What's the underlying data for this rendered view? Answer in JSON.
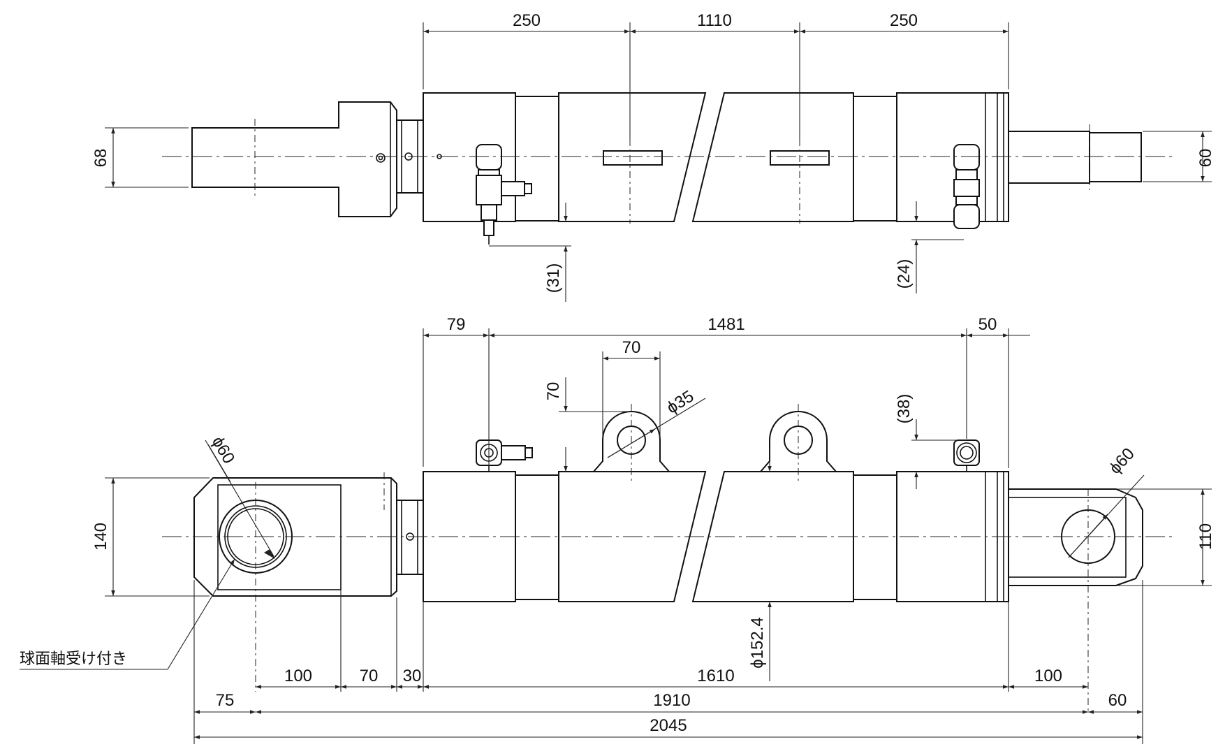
{
  "drawing": {
    "top_view": {
      "dims": {
        "d250_left": "250",
        "d1110": "1110",
        "d250_right": "250",
        "d68": "68",
        "d60": "60",
        "d31": "(31)",
        "d24": "(24)"
      }
    },
    "front_view": {
      "dims": {
        "d79": "79",
        "d1481": "1481",
        "d50": "50",
        "d70_width": "70",
        "d70_height": "70",
        "phi35": "ϕ35",
        "d38": "(38)",
        "phi60_left": "ϕ60",
        "phi60_right": "ϕ60",
        "d140": "140",
        "d110": "110",
        "phi152": "ϕ152.4",
        "d100_left": "100",
        "d70_left": "70",
        "d30": "30",
        "d1610": "1610",
        "d100_right": "100",
        "d75": "75",
        "d1910": "1910",
        "d60_bottom": "60",
        "d2045": "2045"
      },
      "note": "球面軸受け付き"
    }
  }
}
